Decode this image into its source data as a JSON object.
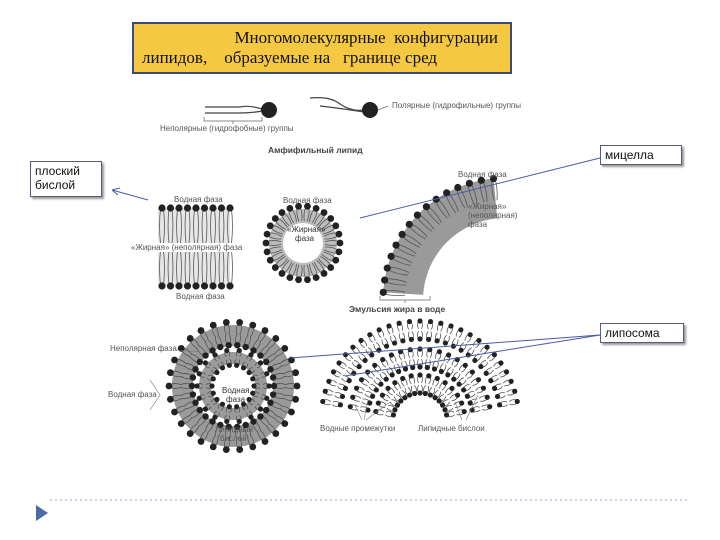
{
  "title": {
    "line1": "Многомолекулярные  конфигурации",
    "line2": "липидов,    образуемые на   границе сред"
  },
  "callouts": {
    "flat_bilayer": "плоский бислой",
    "micelle": "мицелла",
    "liposome": "липосома"
  },
  "figure_labels": {
    "polar_groups": "Полярные (гидрофильные) группы",
    "nonpolar_groups": "Неполярные (гидрофобные) группы",
    "amphiphilic_lipid": "Амфифильный липид",
    "water_phase_1": "Водная фаза",
    "water_phase_2": "Водная фаза",
    "water_phase_3": "Водная фаза",
    "fatty_phase": "«Жирная» (неполярная) фаза",
    "fatty_phase_arc_1": "«Жирная»",
    "fatty_phase_arc_2": "(неполярная)",
    "fatty_phase_arc_3": "фаза",
    "water_phase_arc": "Водная фаза",
    "micelle_core_1": "«Жирная»",
    "micelle_core_2": "фаза",
    "emulsion": "Эмульсия жира в воде",
    "nonpolar_phase": "Неполярная фаза",
    "water_phase_left": "Водная фаза",
    "liposome_inner_1": "Водная",
    "liposome_inner_2": "фаза",
    "lipid_bilayer_1": "Липидный",
    "lipid_bilayer_2": "бислой",
    "water_gaps": "Водные промежутки",
    "lipid_bilayers": "Липидные бислои"
  },
  "colors": {
    "title_bg": "#f5c842",
    "title_border": "#3a4a7a",
    "pointer_line": "#4a5aa8",
    "head": "#222222",
    "tail": "#555555",
    "shell": "#9a9a9a",
    "nav_arrow": "#4a6aa8"
  }
}
